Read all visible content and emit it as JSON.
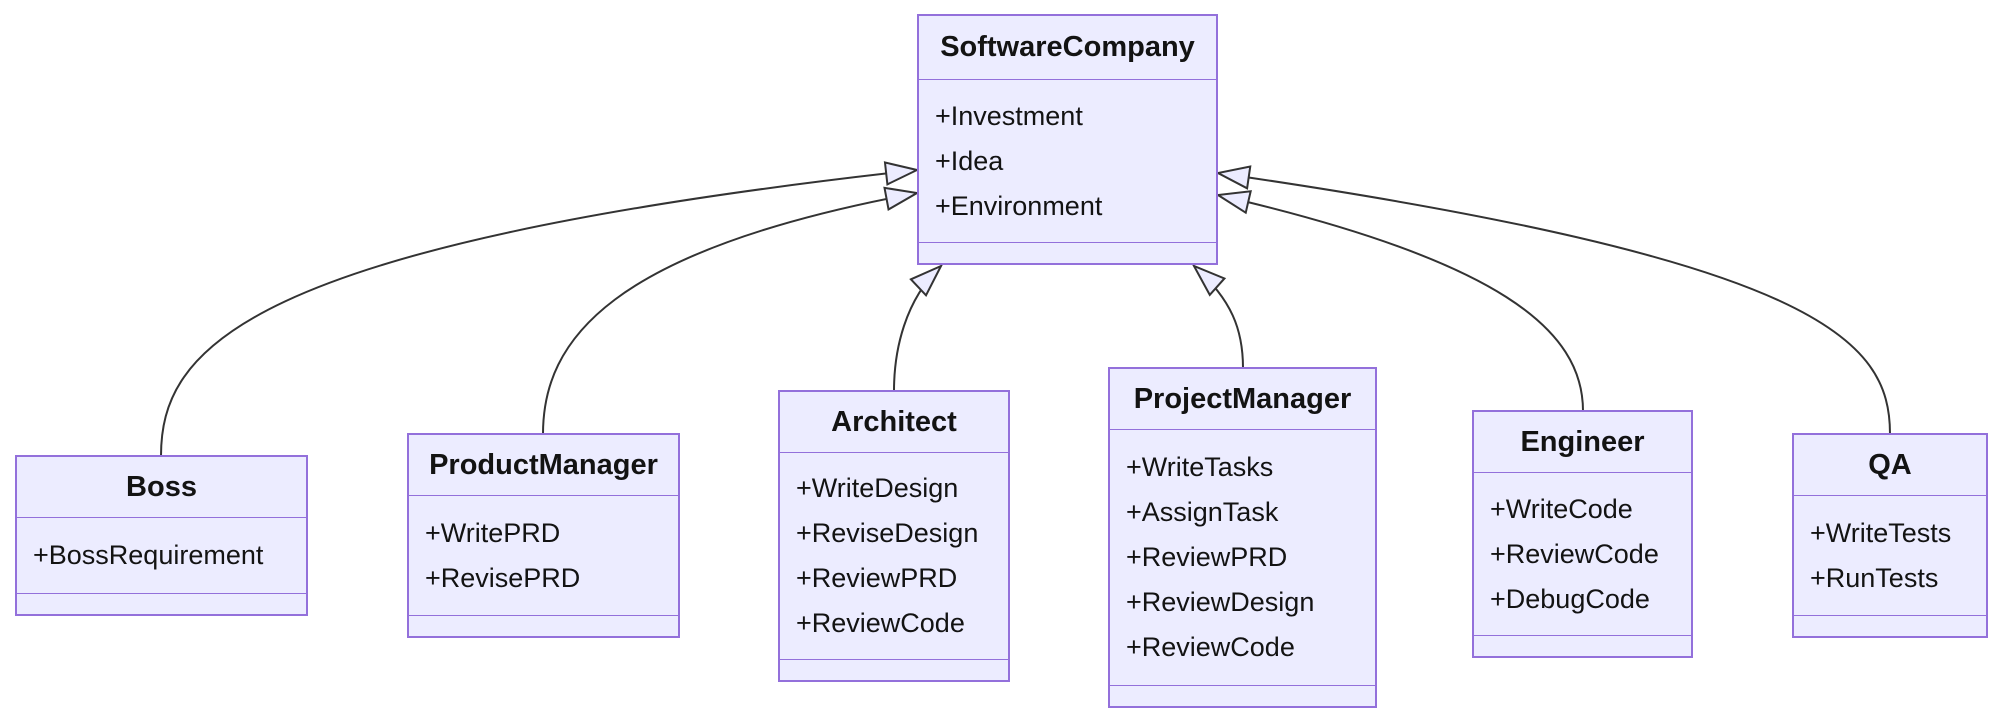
{
  "diagram": {
    "type": "uml-class-diagram",
    "classes": [
      {
        "id": "SoftwareCompany",
        "name": "SoftwareCompany",
        "members": [
          "+Investment",
          "+Idea",
          "+Environment"
        ]
      },
      {
        "id": "Boss",
        "name": "Boss",
        "members": [
          "+BossRequirement"
        ]
      },
      {
        "id": "ProductManager",
        "name": "ProductManager",
        "members": [
          "+WritePRD",
          "+RevisePRD"
        ]
      },
      {
        "id": "Architect",
        "name": "Architect",
        "members": [
          "+WriteDesign",
          "+ReviseDesign",
          "+ReviewPRD",
          "+ReviewCode"
        ]
      },
      {
        "id": "ProjectManager",
        "name": "ProjectManager",
        "members": [
          "+WriteTasks",
          "+AssignTask",
          "+ReviewPRD",
          "+ReviewDesign",
          "+ReviewCode"
        ]
      },
      {
        "id": "Engineer",
        "name": "Engineer",
        "members": [
          "+WriteCode",
          "+ReviewCode",
          "+DebugCode"
        ]
      },
      {
        "id": "QA",
        "name": "QA",
        "members": [
          "+WriteTests",
          "+RunTests"
        ]
      }
    ],
    "edges": [
      {
        "from": "Boss",
        "to": "SoftwareCompany",
        "type": "inheritance"
      },
      {
        "from": "ProductManager",
        "to": "SoftwareCompany",
        "type": "inheritance"
      },
      {
        "from": "Architect",
        "to": "SoftwareCompany",
        "type": "inheritance"
      },
      {
        "from": "ProjectManager",
        "to": "SoftwareCompany",
        "type": "inheritance"
      },
      {
        "from": "Engineer",
        "to": "SoftwareCompany",
        "type": "inheritance"
      },
      {
        "from": "QA",
        "to": "SoftwareCompany",
        "type": "inheritance"
      }
    ],
    "colors": {
      "node_fill": "#ECECFF",
      "node_border": "#9370DB",
      "divider": "#9370DB",
      "edge": "#333333",
      "text": "#131313",
      "background": "#ffffff"
    }
  }
}
